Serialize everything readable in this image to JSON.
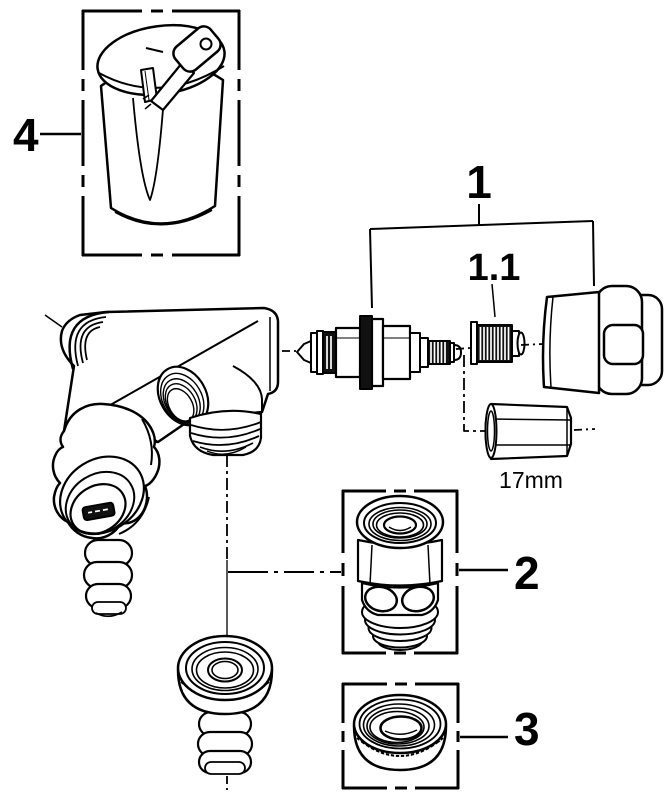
{
  "diagram": {
    "background_color": "#ffffff",
    "line_color": "#000000",
    "callouts": {
      "part1": "1",
      "part1_sub": "1.1",
      "part2": "2",
      "part3": "3",
      "part4": "4"
    },
    "annotations": {
      "wrench_size": "17mm"
    }
  }
}
